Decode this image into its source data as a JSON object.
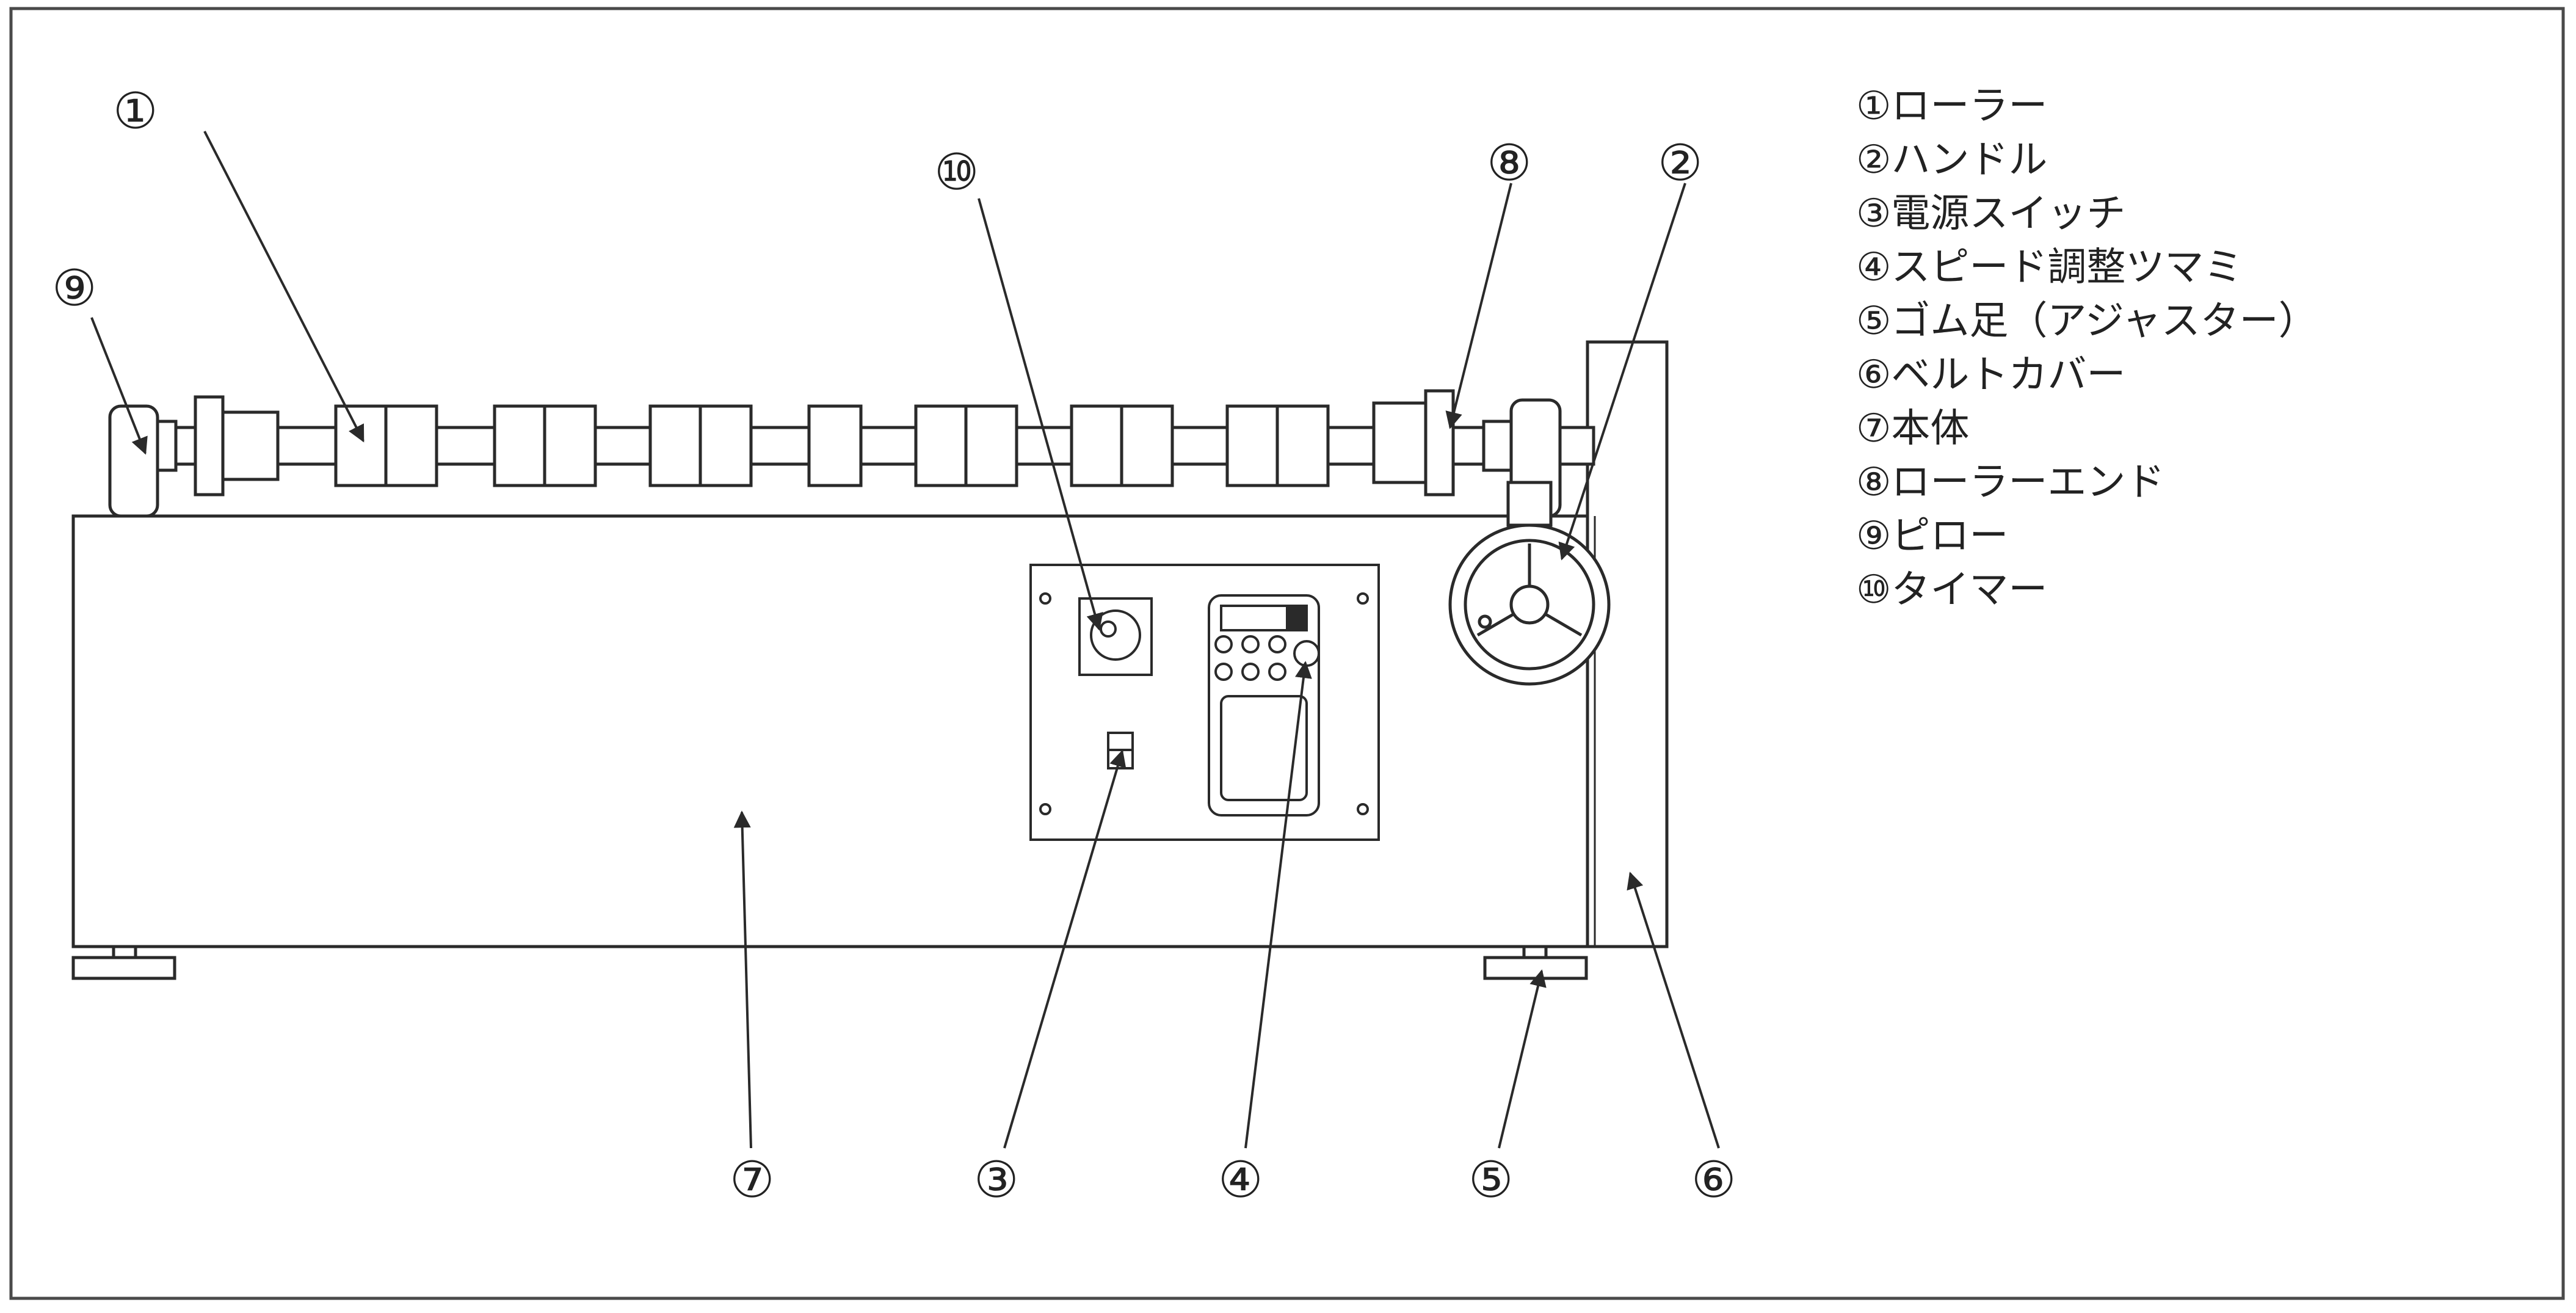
{
  "callouts": {
    "c1": "①",
    "c2": "②",
    "c3": "③",
    "c4": "④",
    "c5": "⑤",
    "c6": "⑥",
    "c7": "⑦",
    "c8": "⑧",
    "c9": "⑨",
    "c10": "⑩"
  },
  "legend": [
    "①ローラー",
    "②ハンドル",
    "③電源スイッチ",
    "④スピード調整ツマミ",
    "⑤ゴム足（アジャスター）",
    "⑥ベルトカバー",
    "⑦本体",
    "⑧ローラーエンド",
    "⑨ピロー",
    "⑩タイマー"
  ],
  "colors": {
    "line": "#2a2a2a",
    "paper": "#ffffff",
    "frame": "#4a4a4a"
  }
}
